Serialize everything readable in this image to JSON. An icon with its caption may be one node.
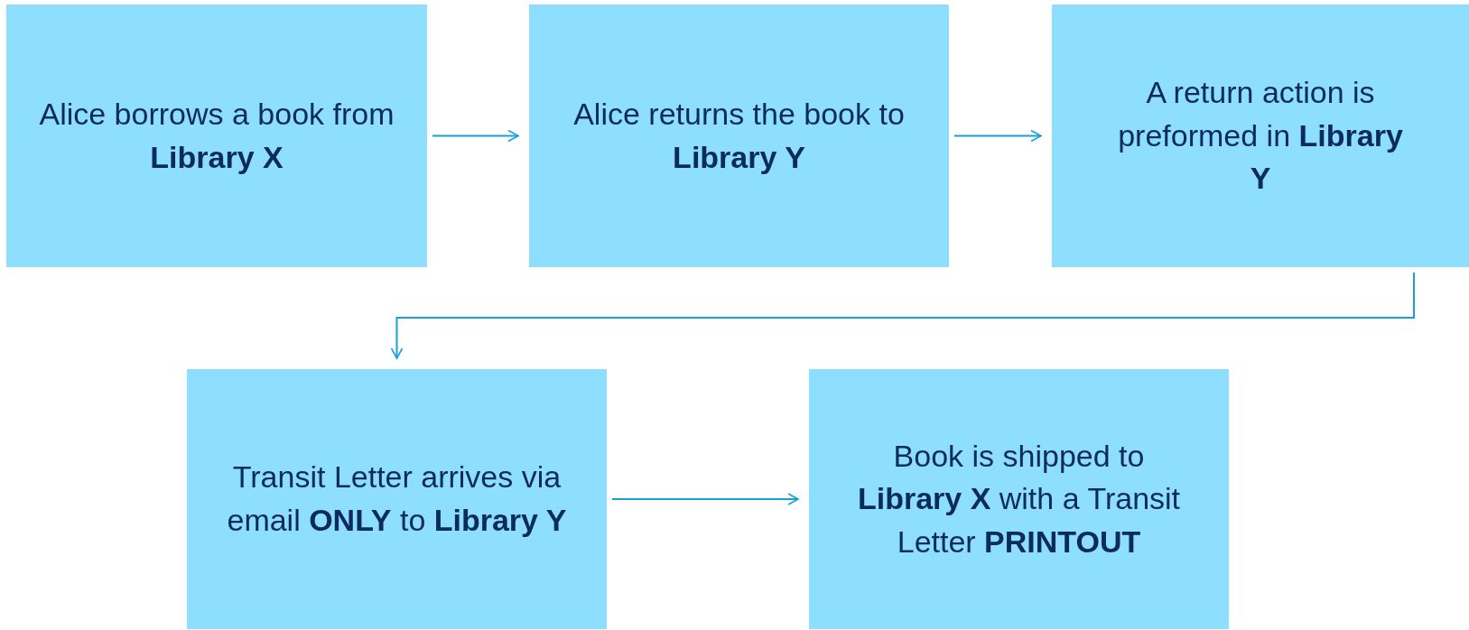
{
  "diagram": {
    "nodes": [
      {
        "text": [
          "Alice borrows a book from **Library X**"
        ]
      },
      {
        "text": [
          "Alice returns the book to **Library Y**"
        ]
      },
      {
        "text": [
          "A return action is preformed in **Library Y**"
        ]
      },
      {
        "text": [
          "Transit Letter arrives via email **ONLY** to **Library Y**"
        ]
      },
      {
        "text": [
          "Book is shipped to **Library X** with a Transit Letter **PRINTOUT**"
        ]
      }
    ],
    "edges": [
      {
        "from": 0,
        "to": 1,
        "arrow": "to"
      },
      {
        "from": 1,
        "to": 2,
        "arrow": "to"
      },
      {
        "from": 2,
        "to": 3,
        "arrow": "to"
      },
      {
        "from": 3,
        "to": 4,
        "arrow": "to"
      }
    ]
  }
}
